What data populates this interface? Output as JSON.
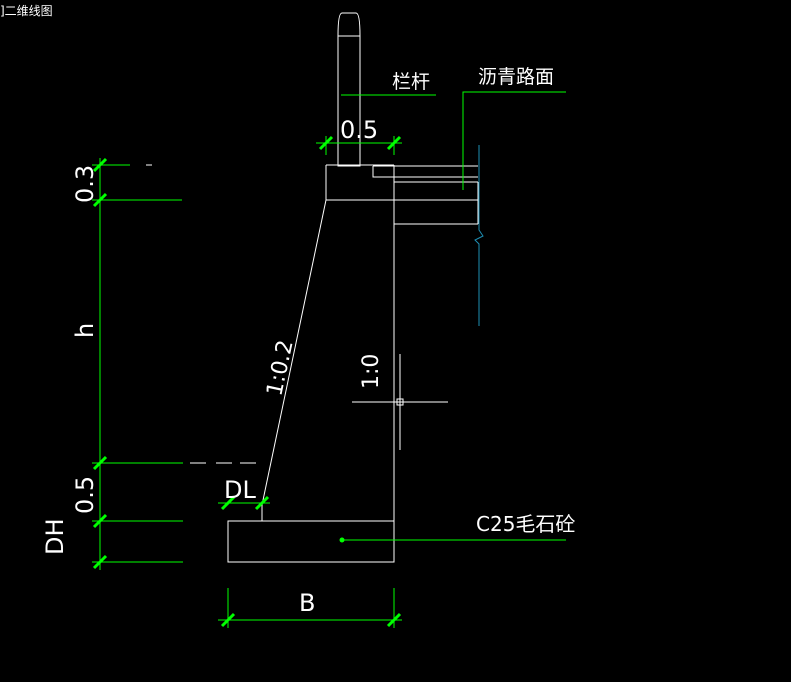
{
  "viewport": {
    "label": "]二维线图"
  },
  "colors": {
    "background": "#000000",
    "outline": "#ffffff",
    "dimension": "#00ff00",
    "dimension_tick": "#00ff00",
    "leader": "#00ff00",
    "road_layer": "#1e8fb4",
    "text": "#ffffff"
  },
  "labels": {
    "railing": "栏杆",
    "asphalt_surface": "沥青路面",
    "material": "C25毛石砼"
  },
  "dimensions": {
    "railing_width": "0.5",
    "cap_height": "0.3",
    "wall_height": "h",
    "step_height": "0.5",
    "foundation_height": "DH",
    "toe_width": "DL",
    "base_width": "B"
  },
  "slopes": {
    "front_face": "1:0.2",
    "back_face": "1:0"
  }
}
